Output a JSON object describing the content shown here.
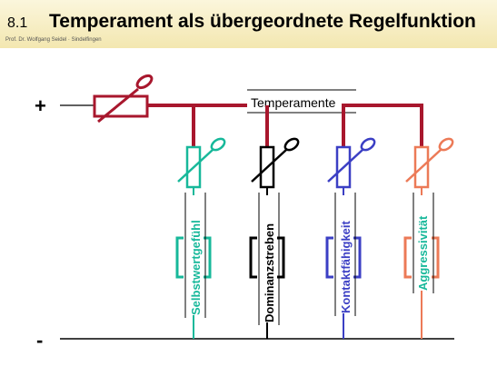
{
  "header": {
    "slide_number": "8.1",
    "title": "Temperament als übergeordnete Regelfunktion",
    "credit": "Prof. Dr. Wolfgang Seidel · Sindelfingen"
  },
  "diagram": {
    "plus_label": "+",
    "minus_label": "-",
    "bus_label": "Temperamente",
    "colors": {
      "bus": "#a8172d",
      "ground": "#000000",
      "selbstwertgefuehl": "#17b89a",
      "dominanzstreben": "#000000",
      "kontaktfaehigkeit": "#3b3fc4",
      "aggressivitaet": "#ec7a57"
    },
    "branches": [
      {
        "label": "Selbstwertgefühl"
      },
      {
        "label": "Dominanzstreben"
      },
      {
        "label": "Kontaktfähigkeit"
      },
      {
        "label": "Aggressivität"
      }
    ]
  }
}
